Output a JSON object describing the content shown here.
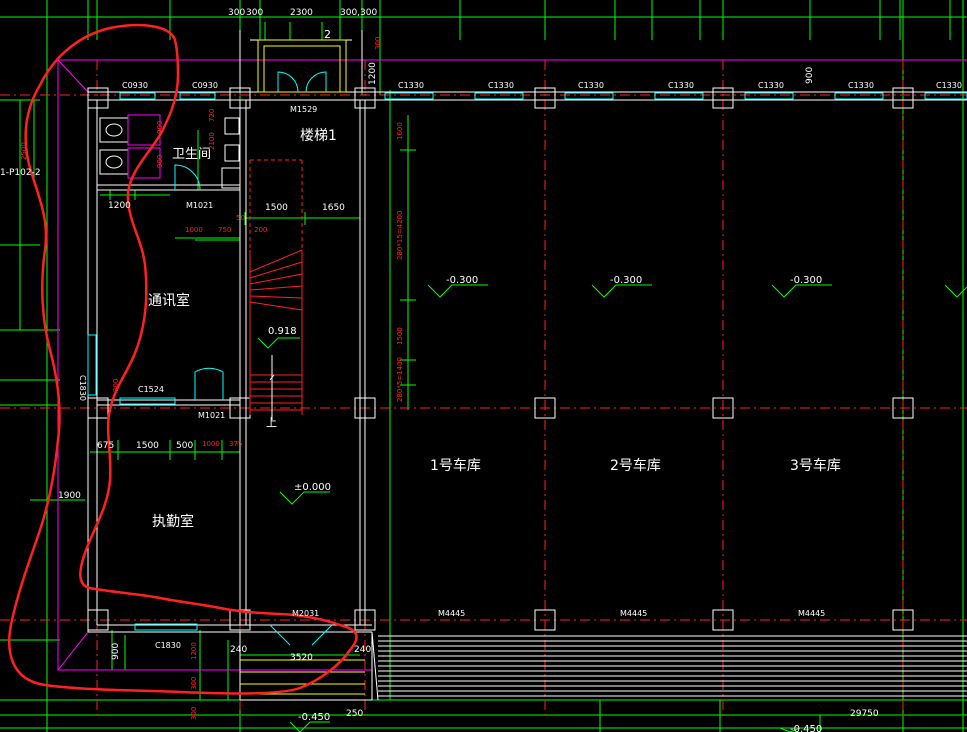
{
  "colors": {
    "background": "#000000",
    "wall": "#ffffff",
    "dim": "#00ff00",
    "axis": "#ff0000",
    "window": "#00ffff",
    "door": "#00ffff",
    "wash": "#ff00ff",
    "stair": "#ff2020",
    "annotation": "#ff2020",
    "text": "#ffffff",
    "door_text": "#ffffff",
    "dim_text": "#ffffff",
    "small_red": "#ff2020"
  },
  "rooms": {
    "toilet": "卫生间",
    "comm": "通讯室",
    "duty": "执勤室",
    "stair": "楼梯1",
    "garage1": "1号车库",
    "garage2": "2号车库",
    "garage3": "3号车库"
  },
  "elevations": {
    "e1": "-0.300",
    "e2": "-0.300",
    "e3": "-0.300",
    "stair_landing": "0.918",
    "floor": "±0.000",
    "outside": "-0.450",
    "outside2": "-0.450"
  },
  "openings": {
    "c0930_a": "C0930",
    "c0930_b": "C0930",
    "m1529": "M1529",
    "c1330_1": "C1330",
    "c1330_2": "C1330",
    "c1330_3": "C1330",
    "c1330_4": "C1330",
    "c1330_5": "C1330",
    "c1330_6": "C1330",
    "c1330_7": "C1330",
    "m1021_a": "M1021",
    "m1021_b": "M1021",
    "c1524": "C1524",
    "c1830_side": "C1830",
    "c1830_bottom": "C1830",
    "m2031": "M2031",
    "m4445_1": "M4445",
    "m4445_2": "M4445",
    "m4445_3": "M4445"
  },
  "dims": {
    "d300a": "300",
    "d300b": "300",
    "d2300": "2300",
    "d300c": "300,300",
    "d1200": "1200",
    "d300v": "300",
    "d900": "900",
    "d1200b": "1200",
    "d1500": "1500",
    "d1650": "1650",
    "d1000a": "1000",
    "d750": "750",
    "d200a": "200",
    "d200v": "200",
    "d675": "675",
    "d1500b": "1500",
    "d500": "500",
    "d1000b": "1000",
    "d375": "375",
    "d1900": "1900",
    "d240a": "240",
    "d3520": "3520",
    "d240b": "240",
    "d900b": "900",
    "d1200c": "1200",
    "d250": "250",
    "d29750": "29750",
    "d1600": "1600",
    "d4200": "280*15=4200",
    "d1500v": "1500",
    "d4200b": "280*5=1400",
    "d720": "720",
    "d2100": "2100",
    "d900v1": "900",
    "d900v2": "900",
    "d2100b": "2100",
    "d2500": "2500",
    "d300d": "300",
    "d300e": "300",
    "d50": "50",
    "d1200d": "1200"
  },
  "marks": {
    "axis_num": "2",
    "side_tag": "1-P102-2",
    "up": "上"
  }
}
